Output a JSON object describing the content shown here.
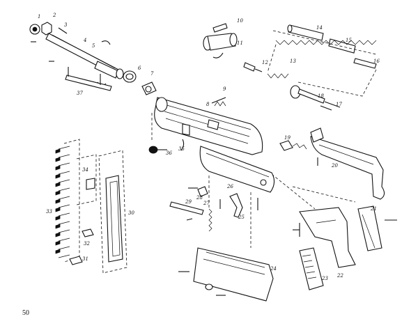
{
  "diagram": {
    "part_numbers": [
      "1",
      "2",
      "3",
      "4",
      "5",
      "6",
      "7",
      "8",
      "9",
      "10",
      "11",
      "12",
      "13",
      "14",
      "15",
      "16",
      "17",
      "18",
      "19",
      "20",
      "21",
      "22",
      "23",
      "24",
      "25",
      "26",
      "27",
      "28",
      "29",
      "30",
      "31",
      "32",
      "33",
      "34",
      "35",
      "36",
      "37"
    ]
  },
  "page_number": "50"
}
